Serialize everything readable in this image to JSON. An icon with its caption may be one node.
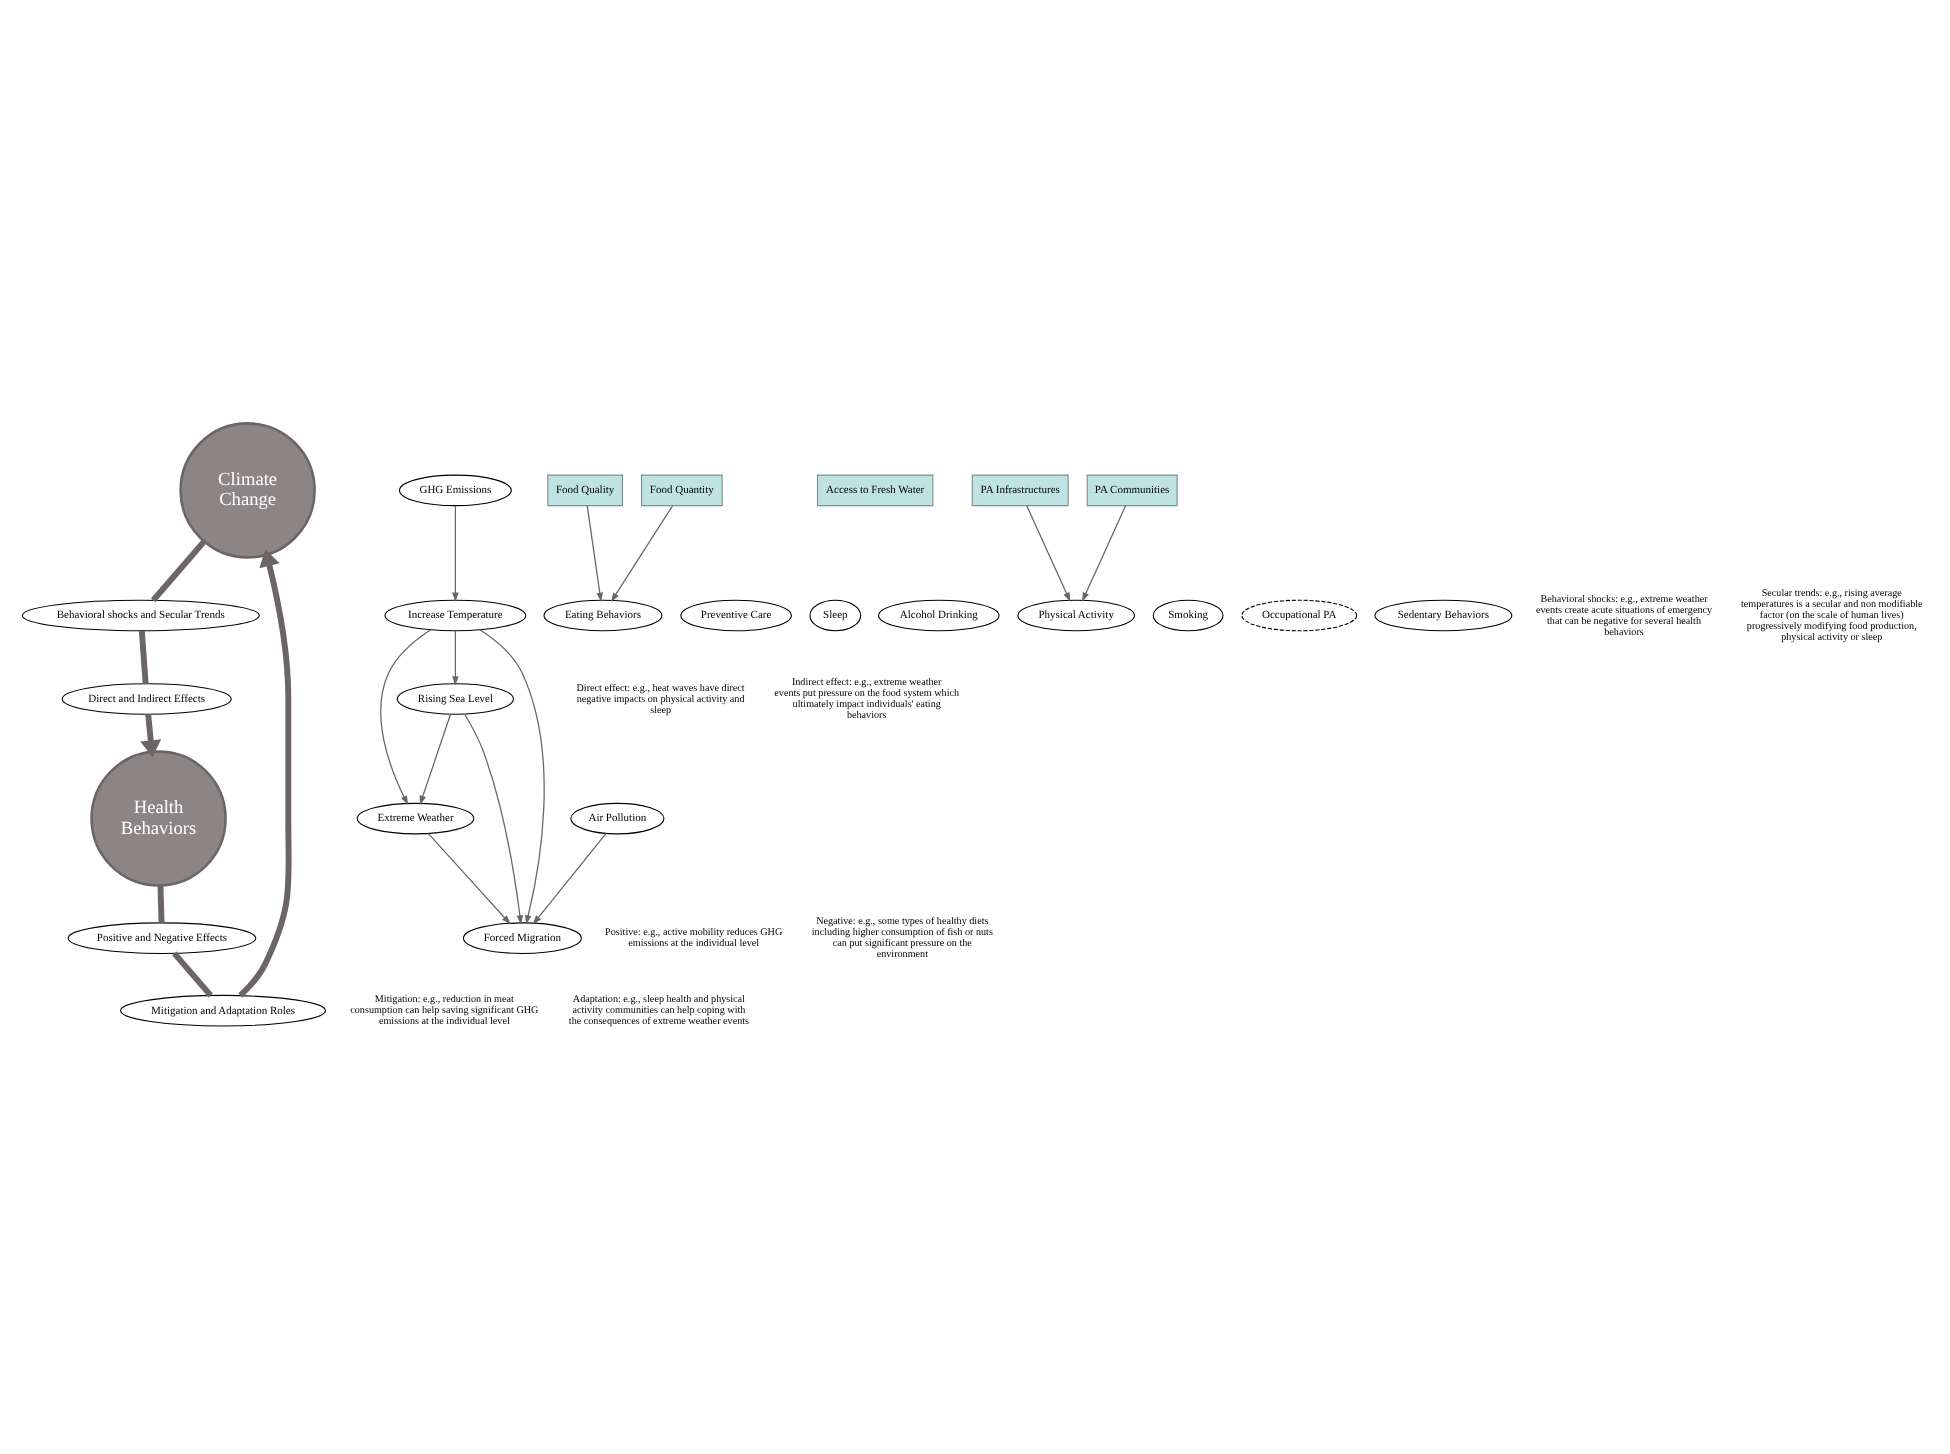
{
  "diagram": {
    "nodes": [
      {
        "text": [
          "Climate Change"
        ]
      },
      {
        "text": [
          "Health Behaviors"
        ]
      },
      {
        "text": [
          "Mitigation and Adaptation Roles"
        ]
      },
      {
        "text": [
          "Positive and Negative Effects"
        ]
      },
      {
        "text": [
          "Behavioral shocks and Secular Trends"
        ]
      },
      {
        "text": [
          "Direct and Indirect Effects"
        ]
      },
      {
        "text": [
          "GHG Emissions"
        ]
      },
      {
        "text": [
          "Rising Sea Level"
        ]
      },
      {
        "text": [
          "Air Pollution"
        ]
      },
      {
        "text": [
          "Increase Temperature"
        ]
      },
      {
        "text": [
          "Extreme Weather"
        ]
      },
      {
        "text": [
          "Forced Migration"
        ]
      },
      {
        "text": [
          "Food Quality"
        ]
      },
      {
        "text": [
          "Food Quantity"
        ]
      },
      {
        "text": [
          "Access to Fresh Water"
        ]
      },
      {
        "text": [
          "Eating Behaviors"
        ]
      },
      {
        "text": [
          "Preventive Care"
        ]
      },
      {
        "text": [
          "Sleep"
        ]
      },
      {
        "text": [
          "Alcohol Drinking"
        ]
      },
      {
        "text": [
          "PA Infrastructures"
        ]
      },
      {
        "text": [
          "Physical Activity"
        ]
      },
      {
        "text": [
          "Smoking"
        ]
      },
      {
        "text": [
          "Occupational PA"
        ]
      },
      {
        "text": [
          "PA Communities"
        ]
      },
      {
        "text": [
          "Sedentary Behaviors"
        ]
      }
    ],
    "edges": [
      {
        "from": 1,
        "to": 3,
        "arrow": "none",
        "style": "thick"
      },
      {
        "from": 3,
        "to": 2,
        "arrow": "none",
        "style": "thick"
      },
      {
        "from": 2,
        "to": 0,
        "arrow": "to",
        "style": "thick"
      },
      {
        "from": 0,
        "to": 4,
        "arrow": "none",
        "style": "thick"
      },
      {
        "from": 4,
        "to": 5,
        "arrow": "none",
        "style": "thick"
      },
      {
        "from": 5,
        "to": 1,
        "arrow": "to",
        "style": "thick"
      },
      {
        "from": 6,
        "to": 9,
        "arrow": "to"
      },
      {
        "from": 9,
        "to": 7,
        "arrow": "to"
      },
      {
        "from": 7,
        "to": 10,
        "arrow": "to"
      },
      {
        "from": 7,
        "to": 11,
        "arrow": "to"
      },
      {
        "from": 9,
        "to": 10,
        "arrow": "to"
      },
      {
        "from": 9,
        "to": 11,
        "arrow": "to"
      },
      {
        "from": 10,
        "to": 11,
        "arrow": "to"
      },
      {
        "from": 8,
        "to": 11,
        "arrow": "to"
      },
      {
        "from": 12,
        "to": 15,
        "arrow": "to"
      },
      {
        "from": 13,
        "to": 15,
        "arrow": "to"
      },
      {
        "from": 19,
        "to": 20,
        "arrow": "to"
      },
      {
        "from": 23,
        "to": 20,
        "arrow": "to"
      }
    ],
    "labels": [
      "Mitigation: e.g., reduction in meat consumption can help saving significant GHG emissions at the individual level",
      "Adaptation: e.g., sleep health and physical activity communities can help coping with the consequences of extreme weather events",
      "Positive: e.g., active mobility reduces GHG emissions at the individual level",
      "Negative: e.g., some types of healthy diets including higher consumption of fish or nuts can put significant pressure on the environment",
      "Behavioral shocks: e.g., extreme weather events create acute situations of emergency that can be negative for several health behaviors",
      "Secular trends: e.g., rising average temperatures is a secular and non modifiable factor (on the scale of human lives) progressively modifying food production, physical activity or sleep",
      "Direct effect: e.g., heat waves have direct negative impacts on physical activity and sleep",
      "Indirect effect: e.g., extreme weather events put pressure on the food system which ultimately impact individuals' eating behaviors"
    ]
  }
}
